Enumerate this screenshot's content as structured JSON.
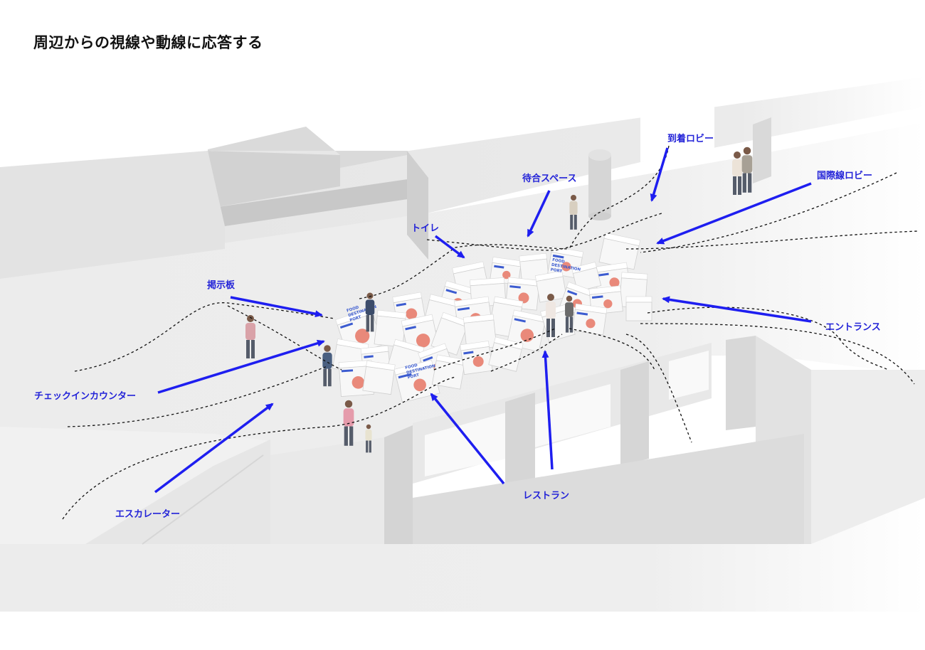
{
  "title": "周辺からの視線や動線に応答する",
  "colors": {
    "arrow": "#1e1ef0",
    "label": "#2323d8",
    "floor": "#ececec",
    "wall_top": "#e2e2e2",
    "wall_side": "#c9c9c9",
    "box": "#f7f7f7",
    "box_print": "#e9897a",
    "box_logo": "#3b5bd0",
    "path_line": "#111111"
  },
  "labels": {
    "arrival_lobby": "到着ロビー",
    "waiting_space": "待合スペース",
    "international_lobby": "国際線ロビー",
    "toilet": "トイレ",
    "notice_board": "掲示板",
    "entrance": "エントランス",
    "checkin_counter": "チェックインカウンター",
    "escalator": "エスカレーター",
    "restaurant": "レストラン"
  },
  "box_print": [
    "FOOD",
    "DESTINATION",
    "PORT"
  ]
}
